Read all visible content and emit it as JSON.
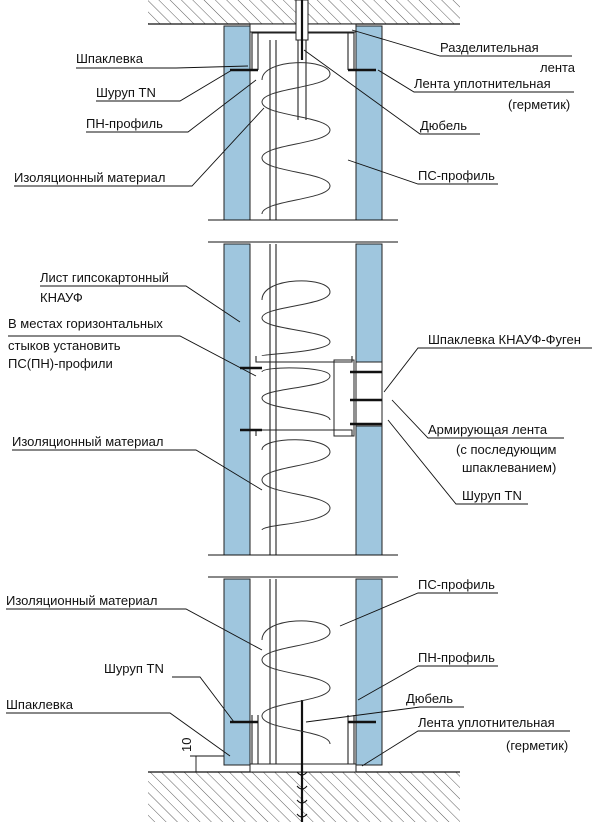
{
  "labels": {
    "shpaklevka_top": "Шпаклевка",
    "shurup_tn_top": "Шуруп TN",
    "pn_profil_top": "ПН-профиль",
    "izol_top": "Изоляционный материал",
    "razdel_1": "Разделительная",
    "razdel_2": "лента",
    "lenta_upl_top": "Лента уплотнительная",
    "germetik_top": "(герметик)",
    "dubel_top": "Дюбель",
    "ps_profil_top": "ПС-профиль",
    "list_gkl_1": "Лист гипсокартонный",
    "list_gkl_2": "КНАУФ",
    "v_mestah_1": "В местах горизонтальных",
    "v_mestah_2": "стыков установить",
    "v_mestah_3": "ПС(ПН)-профили",
    "shpaklevka_fugen": "Шпаклевка КНАУФ-Фуген",
    "izol_mid": "Изоляционный материал",
    "armir_1": "Армирующая лента",
    "armir_2": "(с последующим",
    "armir_3": "шпаклеванием)",
    "shurup_tn_mid": "Шуруп TN",
    "izol_bot": "Изоляционный материал",
    "ps_profil_bot": "ПС-профиль",
    "shurup_tn_bot": "Шуруп TN",
    "pn_profil_bot": "ПН-профиль",
    "dubel_bot": "Дюбель",
    "shpaklevka_bot": "Шпаклевка",
    "lenta_upl_bot": "Лента уплотнительная",
    "germetik_bot": "(герметик)",
    "dim_10": "10"
  },
  "colors": {
    "board": "#9fc6de",
    "line": "#111111"
  }
}
